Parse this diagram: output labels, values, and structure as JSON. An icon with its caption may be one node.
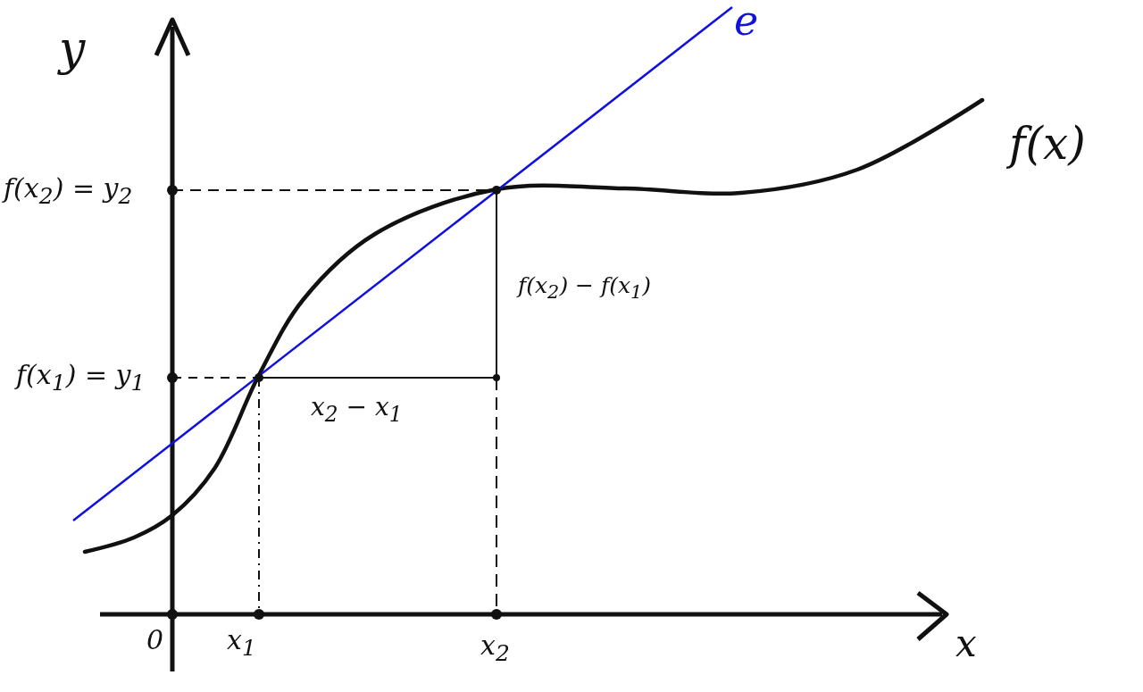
{
  "diagram": {
    "labels": [
      "y",
      "e",
      "f(x)",
      "f(x$_{2}$) = y$_{2}$",
      "f(x$_{2}$) − f(x$_{1}$)",
      "f(x$_{1}$) = y$_{1}$",
      "x$_{2}$ − x$_{1}$",
      "0",
      "x$_{1}$",
      "x$_{2}$",
      "x"
    ]
  }
}
